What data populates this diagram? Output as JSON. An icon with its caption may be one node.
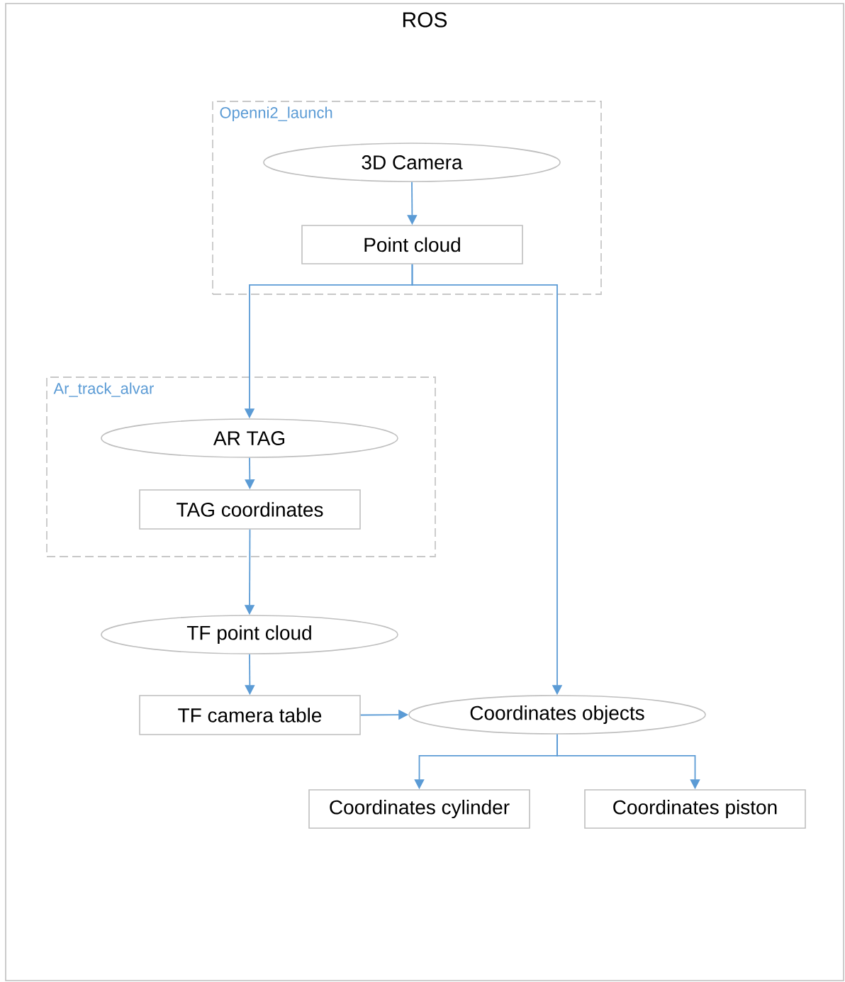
{
  "diagram": {
    "nodes": [
      {
        "text": [
          "ROS"
        ]
      },
      {
        "text": [
          "Openni2_launch"
        ],
        "in": 0
      },
      {
        "text": [
          "3D Camera"
        ],
        "in": 1
      },
      {
        "text": [
          "Point cloud"
        ],
        "in": 1
      },
      {
        "text": [
          "Ar_track_alvar"
        ],
        "in": 0
      },
      {
        "text": [
          "AR TAG"
        ],
        "in": 4
      },
      {
        "text": [
          "TAG coordinates"
        ],
        "in": 4
      },
      {
        "text": [
          "TF point cloud"
        ],
        "in": 0
      },
      {
        "text": [
          "TF camera table"
        ],
        "in": 0
      },
      {
        "text": [
          "Coordinates objects"
        ],
        "in": 0
      },
      {
        "text": [
          "Coordinates cylinder"
        ],
        "in": 0
      },
      {
        "text": [
          "Coordinates piston"
        ],
        "in": 0
      }
    ],
    "edges": [
      {
        "from": 2,
        "to": 3,
        "arrow": "to"
      },
      {
        "from": 3,
        "to": 5,
        "arrow": "to"
      },
      {
        "from": 3,
        "to": 9,
        "arrow": "to"
      },
      {
        "from": 5,
        "to": 6,
        "arrow": "to"
      },
      {
        "from": 6,
        "to": 7,
        "arrow": "to"
      },
      {
        "from": 7,
        "to": 8,
        "arrow": "to"
      },
      {
        "from": 8,
        "to": 9,
        "arrow": "to"
      },
      {
        "from": 9,
        "to": 10,
        "arrow": "to"
      },
      {
        "from": 9,
        "to": 11,
        "arrow": "to"
      }
    ]
  }
}
